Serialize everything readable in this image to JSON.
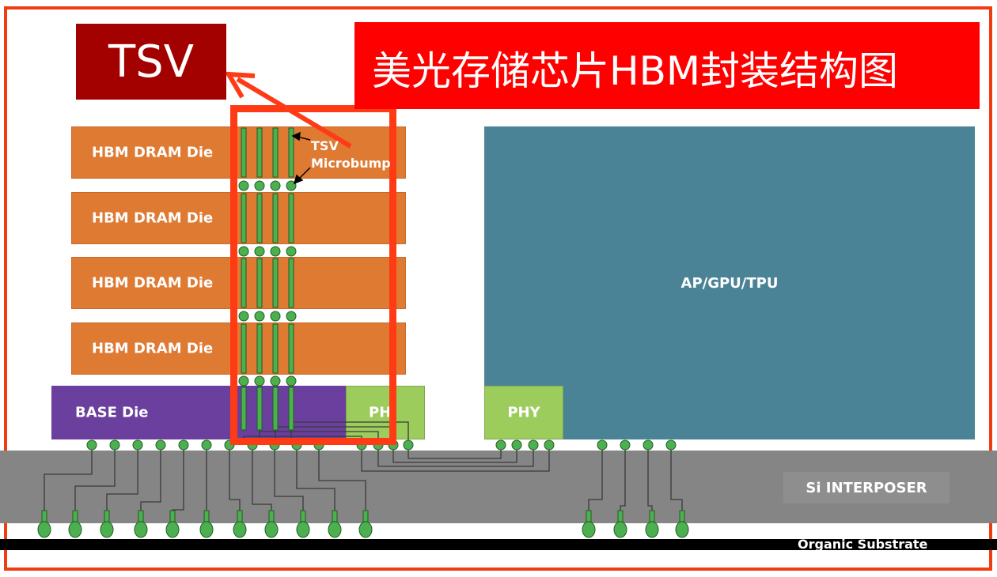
{
  "title": "美光存储芯片HBM封装结构图",
  "tag": "TSV",
  "dram_label": "HBM DRAM Die",
  "base_die_label": "BASE Die",
  "phy_left_label": "PH",
  "phy_right_label": "PHY",
  "processor_label": "AP/GPU/TPU",
  "interposer_label": "Si INTERPOSER",
  "substrate_label": "Organic Substrate",
  "tsv_callout": "TSV",
  "microbump_callout": "Microbump",
  "colors": {
    "dram": "#df7a33",
    "base_die": "#6b3f9e",
    "phy": "#9ccc5c",
    "processor": "#4a8396",
    "interposer": "#858585",
    "bump": "#4caf50",
    "highlight": "#ff3b16",
    "title_banner": "#ff0000",
    "tag": "#a30000"
  }
}
